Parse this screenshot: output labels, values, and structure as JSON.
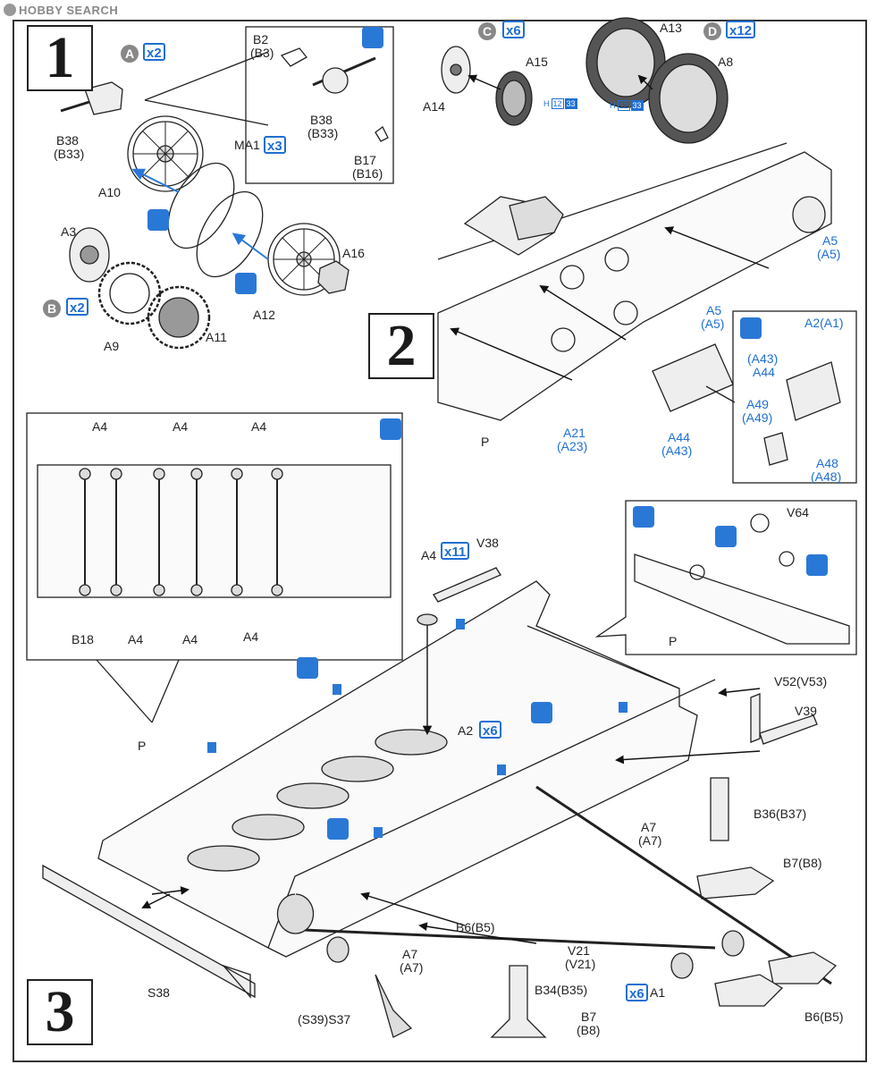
{
  "watermark": "HOBBY SEARCH",
  "steps": [
    "1",
    "2",
    "3"
  ],
  "colors": {
    "accent": "#1f6fd1",
    "ink": "#1a1a1a",
    "part_fill": "#e9e9e9"
  },
  "icons": {
    "glue": "glue-bottle-icon",
    "cement_drop": "cement-drop-icon",
    "grip": "grip-detail-icon",
    "drill": "drill-icon",
    "flip": "flip-over-icon"
  },
  "subassemblies": [
    {
      "letter": "A",
      "qty": "x2"
    },
    {
      "letter": "B",
      "qty": "x2"
    },
    {
      "letter": "C",
      "qty": "x6"
    },
    {
      "letter": "D",
      "qty": "x12"
    }
  ],
  "qty_badges": {
    "ma1": "x3",
    "a4": "x11",
    "a2": "x6",
    "a1": "x6"
  },
  "paint_codes": {
    "h": "H",
    "num": "12",
    "code": "33"
  },
  "step1": {
    "labels": [
      "B2",
      "(B3)",
      "B38",
      "(B33)",
      "B17",
      "(B16)",
      "B38",
      "(B33)",
      "MA1",
      "A10",
      "A3",
      "A16",
      "A12",
      "A9",
      "A11"
    ]
  },
  "step1_top": {
    "labels": [
      "A14",
      "A15",
      "A13",
      "A8"
    ]
  },
  "step2": {
    "labels": [
      "A5",
      "(A5)",
      "A5",
      "(A5)",
      "A2(A1)",
      "(A43)",
      "A44",
      "A49",
      "(A49)",
      "A48",
      "(A48)",
      "A21",
      "(A23)",
      "A44",
      "(A43)",
      "P"
    ]
  },
  "step3_detail": {
    "labels": [
      "A4",
      "A4",
      "A4",
      "B18",
      "A4",
      "A4",
      "A4"
    ]
  },
  "step3_inset": {
    "labels": [
      "V64",
      "P"
    ]
  },
  "step3": {
    "labels": [
      "A4",
      "V38",
      "A2",
      "V52(V53)",
      "V39",
      "B36(B37)",
      "P",
      "A7",
      "(A7)",
      "B7(B8)",
      "B6(B5)",
      "V21",
      "(V21)",
      "A7",
      "(A7)",
      "B34(B35)",
      "A1",
      "B6(B5)",
      "S38",
      "(S39)S37",
      "B7",
      "(B8)"
    ]
  }
}
